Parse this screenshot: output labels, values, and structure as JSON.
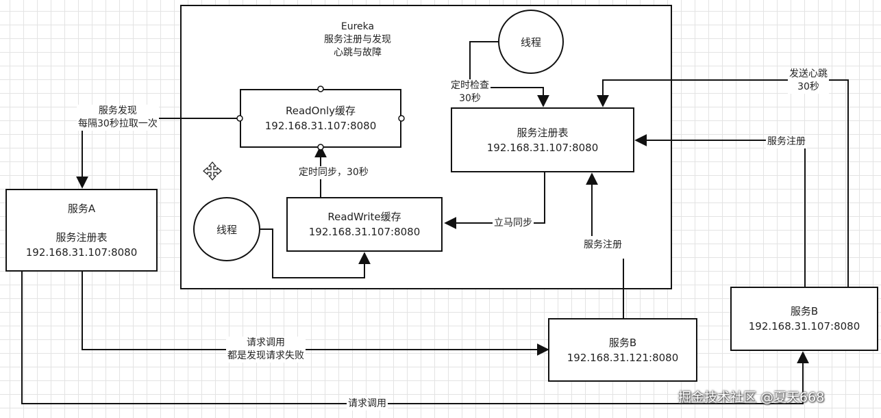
{
  "eureka": {
    "title": "Eureka",
    "subtitle1": "服务注册与发现",
    "subtitle2": "心跳与故障"
  },
  "readonly_cache": {
    "name": "ReadOnly缓存",
    "addr": "192.168.31.107:8080"
  },
  "readwrite_cache": {
    "name": "ReadWrite缓存",
    "addr": "192.168.31.107:8080"
  },
  "registry": {
    "name": "服务注册表",
    "addr": "192.168.31.107:8080"
  },
  "thread_top": {
    "label": "线程"
  },
  "thread_left": {
    "label": "线程"
  },
  "service_a": {
    "name": "服务A",
    "registry": "服务注册表",
    "addr": "192.168.31.107:8080"
  },
  "service_b1": {
    "name": "服务B",
    "addr": "192.168.31.121:8080"
  },
  "service_b2": {
    "name": "服务B",
    "addr": "192.168.31.107:8080"
  },
  "edges": {
    "discovery_line1": "服务发现",
    "discovery_line2": "每隔30秒拉取一次",
    "timed_check_line1": "定时检查",
    "timed_check_line2": "30秒",
    "sync": "定时同步，30秒",
    "immediate_sync": "立马同步",
    "register_b1": "服务注册",
    "register_b2": "服务注册",
    "heartbeat_line1": "发送心跳",
    "heartbeat_line2": "30秒",
    "request_line1": "请求调用",
    "request_line2": "都是发现请求失败",
    "request_bottom": "请求调用"
  },
  "watermark": "掘金技术社区 @夏天668",
  "icons": [
    "move-icon",
    "arrowhead"
  ]
}
